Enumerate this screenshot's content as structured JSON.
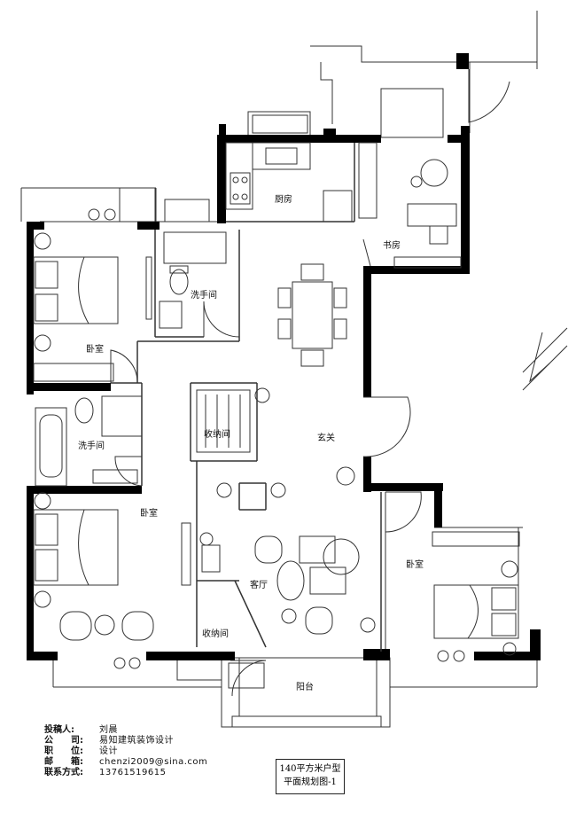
{
  "rooms": {
    "kitchen": "厨房",
    "study": "书房",
    "bath_top": "洗手间",
    "bedroom_top": "卧室",
    "bath_left": "洗手间",
    "storage_mid": "收纳间",
    "foyer": "玄关",
    "bedroom_left": "卧室",
    "living": "客厅",
    "storage_bottom": "收纳间",
    "bedroom_right": "卧室",
    "balcony": "阳台"
  },
  "info": {
    "contributor_label": "投稿人:",
    "contributor": "刘晨",
    "company_label": "公　　司:",
    "company": "易知建筑装饰设计",
    "position_label": "职　　位:",
    "position": "设计",
    "email_label": "邮　　箱:",
    "email": "chenzi2009@sina.com",
    "phone_label": "联系方式:",
    "phone": "13761519615"
  },
  "title": {
    "line1": "140平方米户型",
    "line2": "平面规划图-1"
  }
}
